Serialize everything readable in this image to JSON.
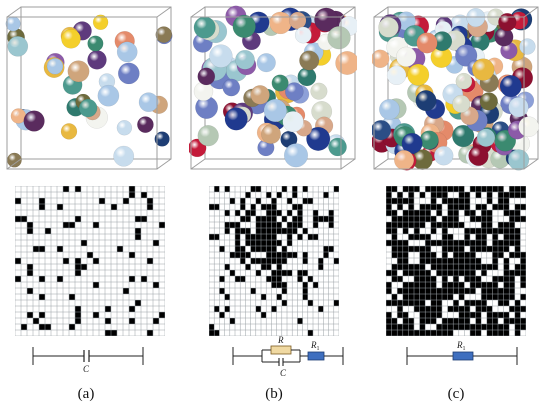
{
  "colors": {
    "sphere_palette": [
      "#e7f0f6",
      "#c7dced",
      "#a9c7e6",
      "#8da0d8",
      "#6e7fc4",
      "#203a8f",
      "#1d3d74",
      "#8c1030",
      "#c41b3a",
      "#e8b840",
      "#f4cf2b",
      "#efb488",
      "#e48a6a",
      "#d8a88a",
      "#8a7a55",
      "#6d6a3c",
      "#2f7a6e",
      "#3b8a70",
      "#4c9a8e",
      "#5e3a7d",
      "#8c5aa8",
      "#b5c8b4",
      "#d7dccd",
      "#f3f4ef",
      "#9ac6cf",
      "#cfa57c",
      "#5a2b5e",
      "#2b4e86"
    ],
    "grid_line": "#9aa0a6",
    "cell_filled": "#000000",
    "box_edge": "#9e9e9e",
    "resistor_R1": "#3f6fbf",
    "resistor_R": "#f0d9a2",
    "wire": "#222222"
  },
  "panels": [
    {
      "id": "a",
      "caption": "(a)",
      "sphere_count": 38,
      "grid_size": 25,
      "fill_level": 0.12,
      "circuit": {
        "type": "capacitor",
        "labels": {
          "C": "C"
        }
      }
    },
    {
      "id": "b",
      "caption": "(b)",
      "sphere_count": 75,
      "grid_size": 25,
      "fill_level": 0.32,
      "circuit": {
        "type": "rc-parallel-series",
        "labels": {
          "R": "R",
          "C": "C",
          "R1": "R",
          "R1_sub": "1"
        }
      }
    },
    {
      "id": "c",
      "caption": "(c)",
      "sphere_count": 130,
      "grid_size": 25,
      "fill_level": 0.72,
      "circuit": {
        "type": "resistor",
        "labels": {
          "R1": "R",
          "R1_sub": "1"
        }
      }
    }
  ]
}
